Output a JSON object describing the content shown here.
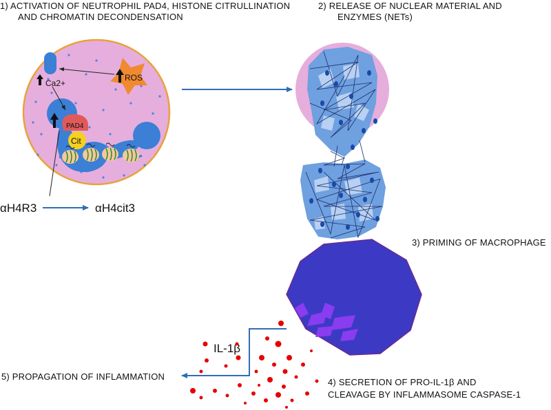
{
  "steps": {
    "step1_line1": "1) ACTIVATION OF NEUTROPHIL PAD4, HISTONE CITRULLINATION",
    "step1_line2": "AND CHROMATIN DECONDENSATION",
    "step2_line1": "2) RELEASE OF NUCLEAR MATERIAL AND",
    "step2_line2": "ENZYMES (NETs)",
    "step3": "3) PRIMING OF MACROPHAGE",
    "step4_line1": "4) SECRETION OF PRO-IL-1β AND",
    "step4_line2": "CLEAVAGE BY  INFLAMMASOME CASPASE-1",
    "step5": "5) PROPAGATION OF INFLAMMATION"
  },
  "neutrophil": {
    "ca": "Ca2+",
    "ros": "ROS",
    "pad4": "PAD4",
    "cit": "Cit",
    "histone_before": "αH4R3",
    "histone_after": "αH4cit3"
  },
  "cytokine": "IL-1β",
  "colors": {
    "cell_fill": "#e6aedc",
    "cell_border": "#e8a23a",
    "nucleus_blue": "#3b7fd6",
    "net_blue": "#6fa0e0",
    "macrophage": "#3c3ac4",
    "macrophage_border": "#6a2a8c",
    "arrow": "#2f6db5",
    "droplet": "#e60000",
    "pad4": "#e05a5a",
    "cit": "#f5d020",
    "ros": "#f08a30"
  }
}
